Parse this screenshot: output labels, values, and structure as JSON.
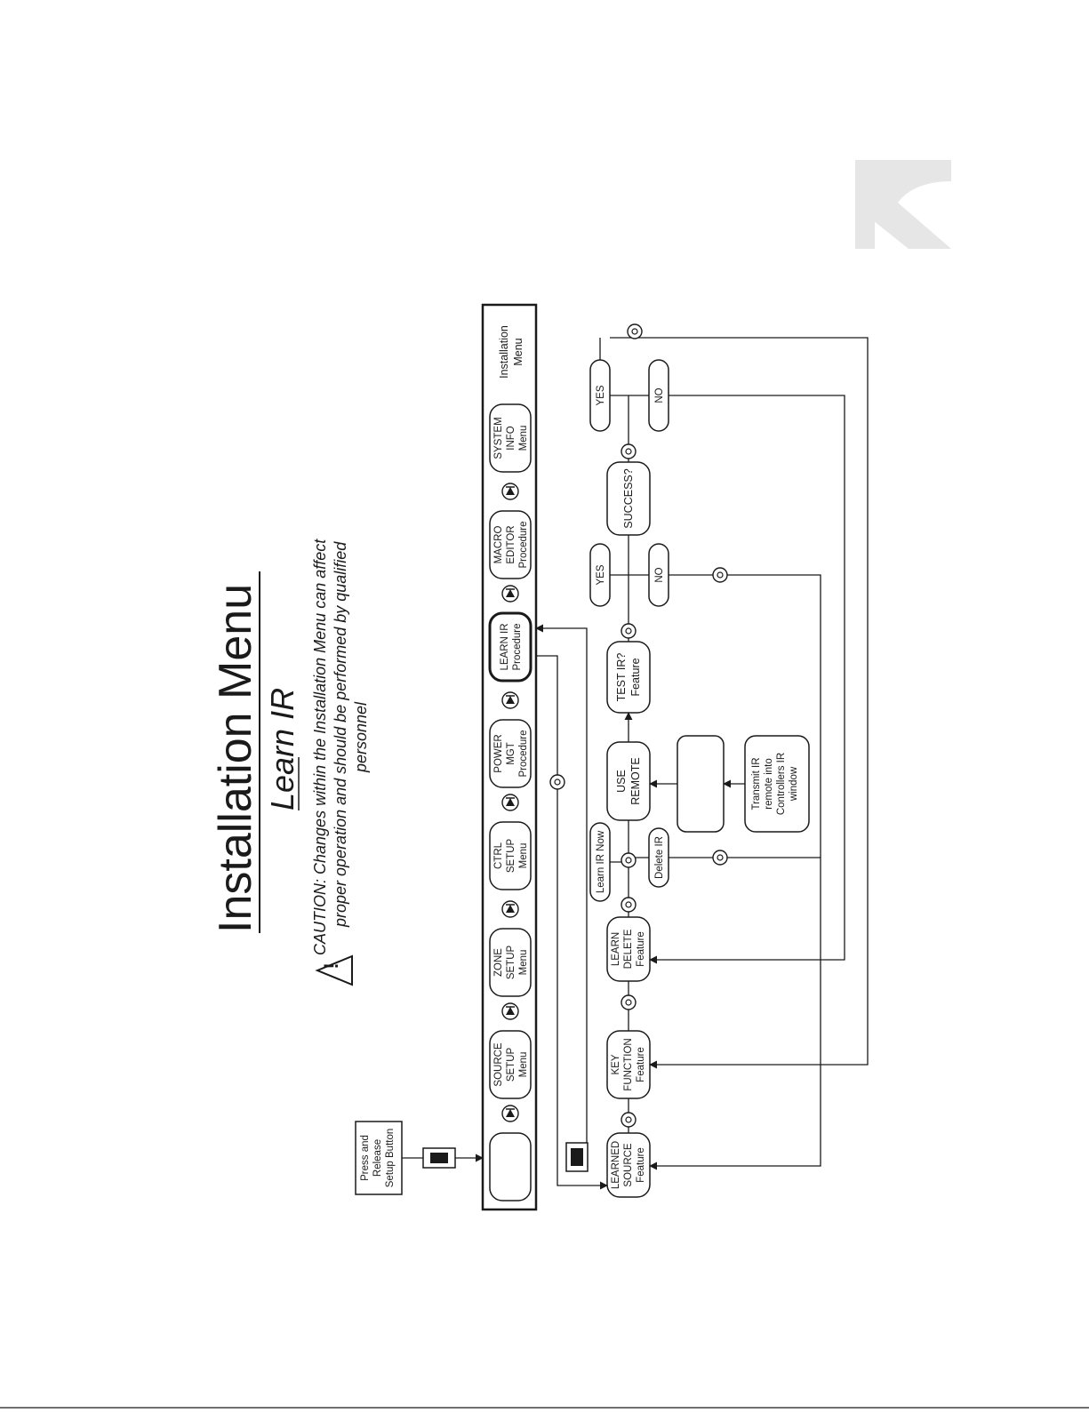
{
  "title": "Installation Menu",
  "subtitle": "Learn IR",
  "caution": {
    "lead": "CAUTION:",
    "line1": " Changes within the Installation Menu can affect",
    "line2": "proper operation and should be performed by qualified",
    "line3": "personnel"
  },
  "start_box": [
    "Press and",
    "Release",
    "Setup Button"
  ],
  "menu_bar_label": [
    "Installation",
    "Menu"
  ],
  "menu_items": [
    {
      "id": "blank",
      "lines": []
    },
    {
      "id": "source-setup",
      "lines": [
        "SOURCE",
        "SETUP",
        "Menu"
      ]
    },
    {
      "id": "zone-setup",
      "lines": [
        "ZONE",
        "SETUP",
        "Menu"
      ]
    },
    {
      "id": "ctrl-setup",
      "lines": [
        "CTRL",
        "SETUP",
        "Menu"
      ]
    },
    {
      "id": "power-mgt",
      "lines": [
        "POWER",
        "MGT",
        "Procedure"
      ]
    },
    {
      "id": "learn-ir",
      "lines": [
        "LEARN IR",
        "Procedure"
      ]
    },
    {
      "id": "macro-editor",
      "lines": [
        "MACRO",
        "EDITOR",
        "Procedure"
      ]
    },
    {
      "id": "system-info",
      "lines": [
        "SYSTEM",
        "INFO",
        "Menu"
      ]
    }
  ],
  "features": {
    "learned_source": [
      "LEARNED",
      "SOURCE",
      "Feature"
    ],
    "key_function": [
      "KEY",
      "FUNCTION",
      "Feature"
    ],
    "learn_delete": [
      "LEARN",
      "DELETE",
      "Feature"
    ],
    "use_remote": [
      "USE",
      "REMOTE"
    ],
    "test_ir": [
      "TEST IR?",
      "Feature"
    ],
    "success": [
      "SUCCESS?"
    ],
    "transmit": [
      "Transmit IR",
      "remote into",
      "Controllers IR",
      "window"
    ]
  },
  "options": {
    "learn_ir_now": "Learn IR Now",
    "delete_ir": "Delete IR",
    "yes": "YES",
    "no": "NO"
  },
  "icons": [
    "setup-button-icon",
    "scroll-arrow-icon",
    "select-button-icon",
    "scroll-wheel-icon",
    "warning-icon",
    "logo-mark"
  ],
  "colors": {
    "ink": "#1a1a1a",
    "logo": "#e6e6e6",
    "paper": "#ffffff"
  }
}
